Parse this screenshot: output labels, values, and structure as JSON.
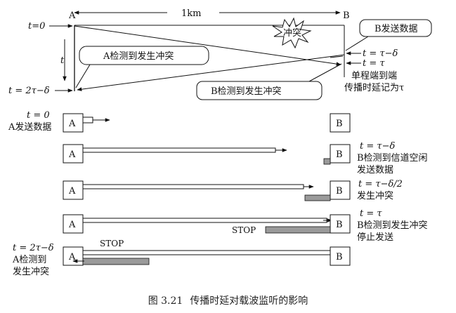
{
  "timing": {
    "node_a": "A",
    "node_b": "B",
    "distance": "1km",
    "t_zero": "t=0",
    "t_axis": "t",
    "t_end_a": "t = 2τ−δ",
    "t_b_send": "t = τ−δ",
    "t_tau": "t = τ",
    "collision": "冲突",
    "b_send_callout": "B发送数据",
    "a_detect_callout": "A检测到发生冲突",
    "b_detect_callout": "B检测到发生冲突",
    "delay_note_1": "单程端到端",
    "delay_note_2": "传播时延记为τ"
  },
  "rows": [
    {
      "left_a": "t = 0",
      "left_b": "A发送数据",
      "node_a": "A",
      "node_b": "B"
    },
    {
      "right_a": "t = τ−δ",
      "right_b": "B检测到信道空闲",
      "right_c": "发送数据",
      "node_a": "A",
      "node_b": "B"
    },
    {
      "right_a": "t = τ−δ/2",
      "right_b": "发生冲突",
      "node_a": "A",
      "node_b": "B"
    },
    {
      "right_a": "t = τ",
      "right_b": "B检测到发生冲突",
      "right_c": "停止发送",
      "stop": "STOP",
      "node_a": "A",
      "node_b": "B"
    },
    {
      "left_a": "t = 2τ−δ",
      "left_b": "A检测到",
      "left_c": "发生冲突",
      "stop": "STOP",
      "node_a": "A",
      "node_b": "B"
    }
  ],
  "caption": {
    "number": "图 3.21",
    "title": "传播时延对载波监听的影响"
  },
  "colors": {
    "line": "#111111",
    "bar": "#9a9a9a",
    "bg": "#ffffff"
  }
}
